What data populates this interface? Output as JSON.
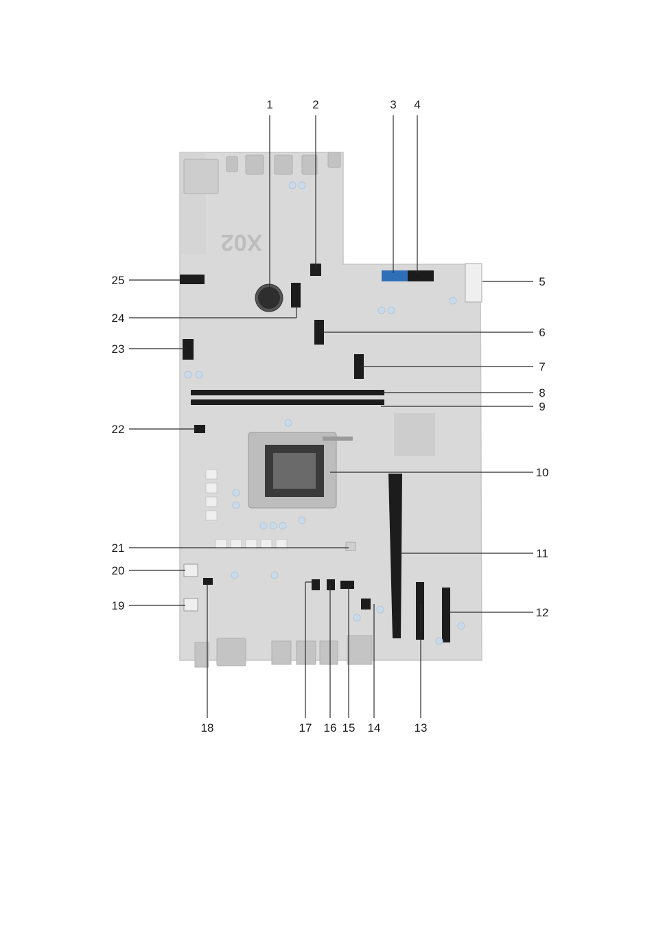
{
  "board": {
    "silkscreen_text": "X02",
    "colors": {
      "board": "#d7d7d7",
      "board_edge": "#c4c4c4",
      "connector_black": "#1c1c1c",
      "sata_blue": "#2f6fb8",
      "socket_dark": "#3a3a3a",
      "cap_blue": "#c9dbea",
      "line": "#2b2b2b"
    }
  },
  "callouts": [
    "1",
    "2",
    "3",
    "4",
    "5",
    "6",
    "7",
    "8",
    "9",
    "10",
    "11",
    "12",
    "13",
    "14",
    "15",
    "16",
    "17",
    "18",
    "19",
    "20",
    "21",
    "22",
    "23",
    "24",
    "25"
  ]
}
